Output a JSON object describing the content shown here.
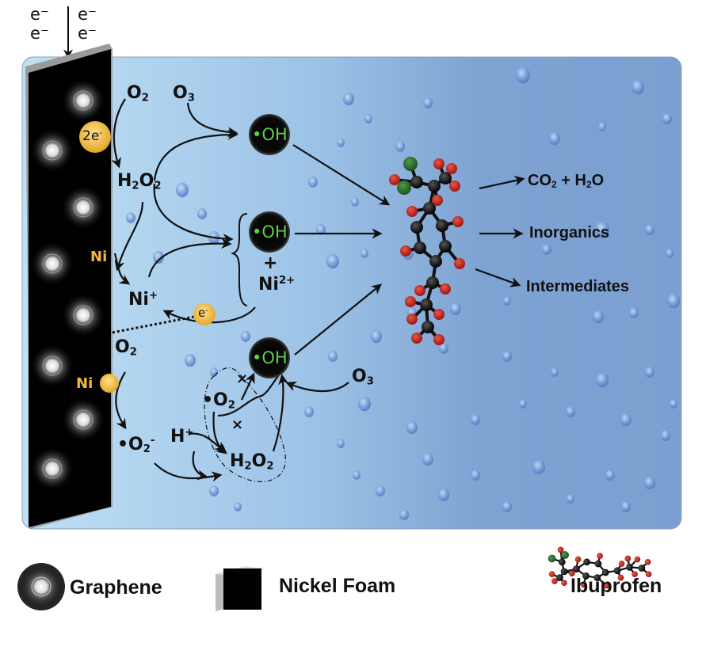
{
  "diagram": {
    "electrons_in": [
      "e⁻",
      "e⁻",
      "e⁻",
      "e⁻"
    ],
    "species": {
      "o2_top": "O",
      "o2_top_sub": "2",
      "o3_top": "O",
      "o3_top_sub": "3",
      "two_e": "2e",
      "two_e_sup": "-",
      "h2o2_top": "H",
      "h2o2_top_a": "2",
      "h2o2_top_b": "O",
      "h2o2_top_c": "2",
      "ni_upper": "Ni",
      "ni_plus": "Ni",
      "ni_plus_sup": "+",
      "plus_sign": "+",
      "ni2_plus": "Ni",
      "ni2_plus_sup": "2+",
      "e_minus": "e",
      "e_minus_sup": "-",
      "o2_mid": "O",
      "o2_mid_sub": "2",
      "ni_lower": "Ni",
      "superoxide": "•O",
      "superoxide_sub": "2",
      "superoxide_sup": "-",
      "h_plus": "H",
      "h_plus_sup": "+",
      "superoxide_2": "•O",
      "superoxide_2_sub": "2",
      "h2o2_bot": "H",
      "h2o2_bot_a": "2",
      "h2o2_bot_b": "O",
      "h2o2_bot_c": "2",
      "o3_bot": "O",
      "o3_bot_sub": "3",
      "cross": "×"
    },
    "radicals": [
      "•OH",
      "•OH",
      "•OH"
    ],
    "products": {
      "co2_h2o_a": "CO",
      "co2_h2o_sub1": "2",
      "co2_h2o_b": " + H",
      "co2_h2o_sub2": "2",
      "co2_h2o_c": "O",
      "inorganics": "Inorganics",
      "intermediates": "Intermediates"
    }
  },
  "legend": {
    "items": [
      {
        "icon": "graphene-icon",
        "label": "Graphene"
      },
      {
        "icon": "nickel-foam-icon",
        "label": "Nickel Foam"
      },
      {
        "icon": "ibuprofen-molecule-icon",
        "label": "Ibuprofen"
      }
    ]
  },
  "colors": {
    "panel_left": "#b8dcf2",
    "panel_right": "#7b9fd0",
    "electrode": "#000000",
    "radical_text": "#5fd045",
    "nickel_text": "#f2b93b",
    "atom_red": "#c0211a",
    "atom_green": "#2e6a2a",
    "atom_black": "#111111"
  }
}
